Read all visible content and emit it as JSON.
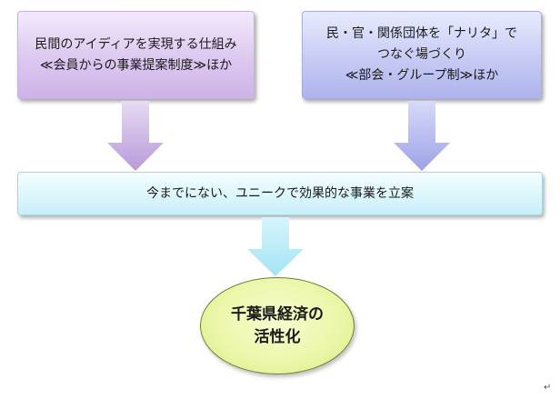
{
  "boxes": {
    "left": {
      "line1": "民間のアイディアを実現する仕組み",
      "line2": "≪会員からの事業提案制度≫ほか"
    },
    "right": {
      "line1": "民・官・関係団体を「ナリタ」で",
      "line2": "つなぐ場づくり",
      "line3": "≪部会・グループ制≫ほか"
    },
    "middle": {
      "line1": "今までにない、ユニークで効果的な事業を立案"
    }
  },
  "goal": {
    "line1": "千葉県経済の",
    "line2": "活性化"
  },
  "return_mark": "↵",
  "colors": {
    "left_box": "#dcc8f0",
    "right_box": "#c6cbf4",
    "middle_box": "#dcf6fc",
    "goal_ellipse": "#ecf7ab",
    "left_arrow": "#cdb0e6",
    "right_arrow": "#b3b7ee",
    "bottom_arrow": "#b5ecfa"
  }
}
